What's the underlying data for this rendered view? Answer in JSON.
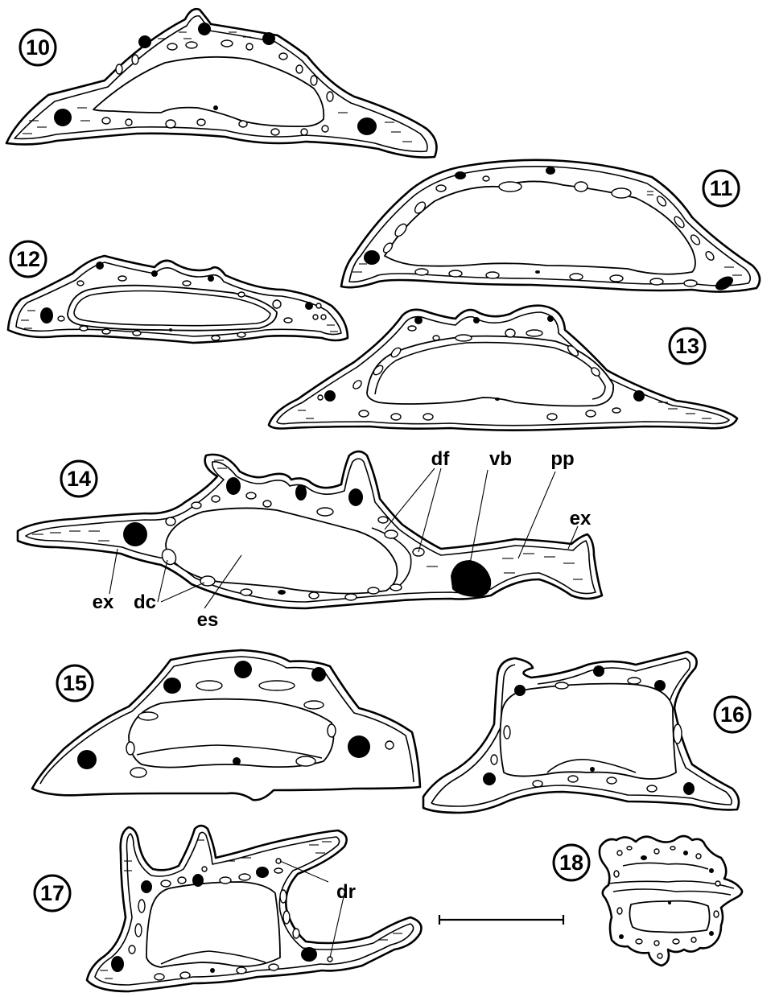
{
  "figure_numbers": [
    "10",
    "11",
    "12",
    "13",
    "14",
    "15",
    "16",
    "17",
    "18"
  ],
  "labels": {
    "df": "df",
    "vb": "vb",
    "pp": "pp",
    "ex": "ex",
    "dc": "dc",
    "es": "es",
    "dr": "dr"
  }
}
